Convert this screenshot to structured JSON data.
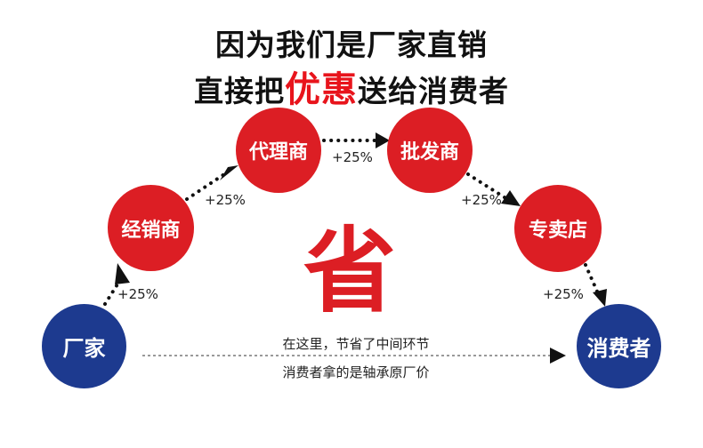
{
  "headline": {
    "line1": "因为我们是厂家直销",
    "line2_prefix": "直接把",
    "line2_accent": "优惠",
    "line2_suffix": "送给消费者"
  },
  "nodes": {
    "manufacturer": "厂家",
    "dealer": "经销商",
    "agent": "代理商",
    "wholesaler": "批发商",
    "store": "专卖店",
    "consumer": "消费者"
  },
  "markups": {
    "m1": "+25%",
    "m2": "+25%",
    "m3": "+25%",
    "m4": "+25%",
    "m5": "+25%"
  },
  "center_char": "省",
  "note": {
    "line1": "在这里，节省了中间环节",
    "line2": "消费者拿的是轴承原厂价"
  },
  "colors": {
    "red": "#dc1e24",
    "blue": "#1d3a8f",
    "accent": "#e8141c"
  }
}
